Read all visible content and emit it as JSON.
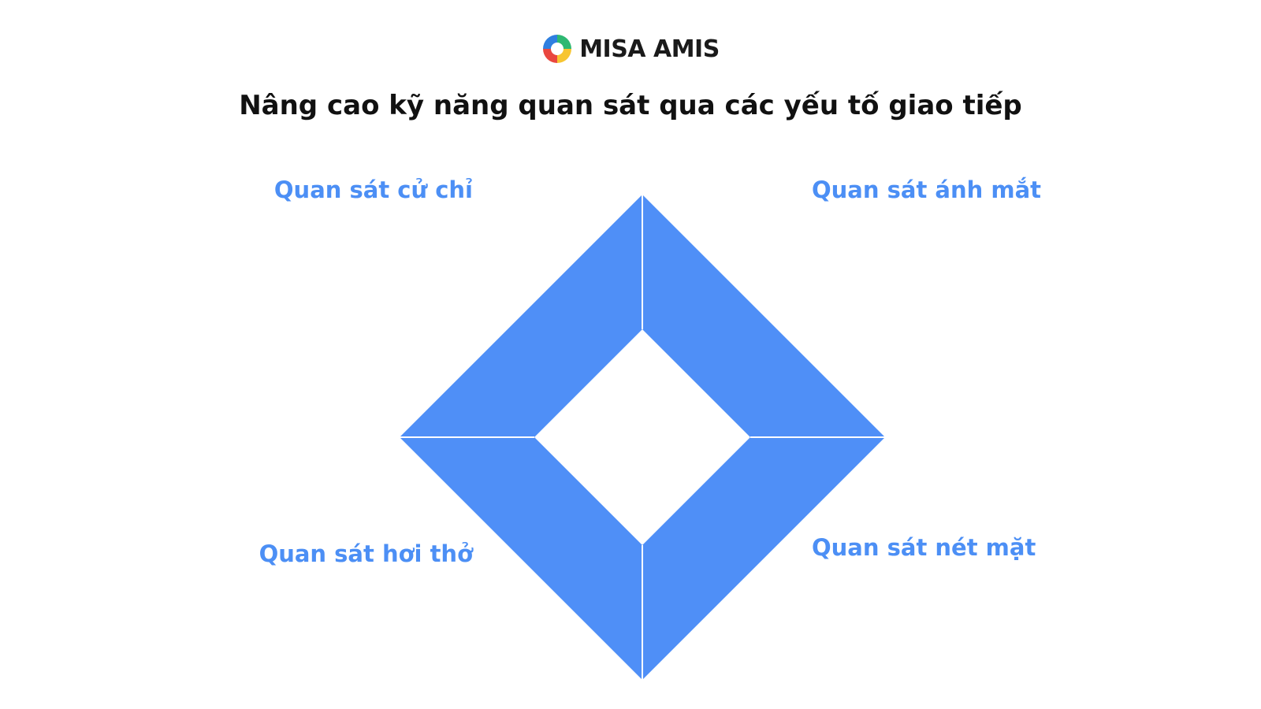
{
  "brand": {
    "name": "MISA AMIS",
    "logo_icon": "misa-amis-swirl-icon"
  },
  "title": "Nâng cao kỹ năng quan sát qua các yếu tố giao tiếp",
  "colors": {
    "accent": "#4f8ff7",
    "label": "#4c8ff5",
    "title": "#111111"
  },
  "diagram": {
    "shape": "diamond-frame",
    "segments": [
      {
        "position": "top-left",
        "label": "Quan sát cử chỉ"
      },
      {
        "position": "top-right",
        "label": "Quan sát ánh mắt"
      },
      {
        "position": "bottom-left",
        "label": "Quan sát hơi thở"
      },
      {
        "position": "bottom-right",
        "label": "Quan sát nét mặt"
      }
    ]
  }
}
